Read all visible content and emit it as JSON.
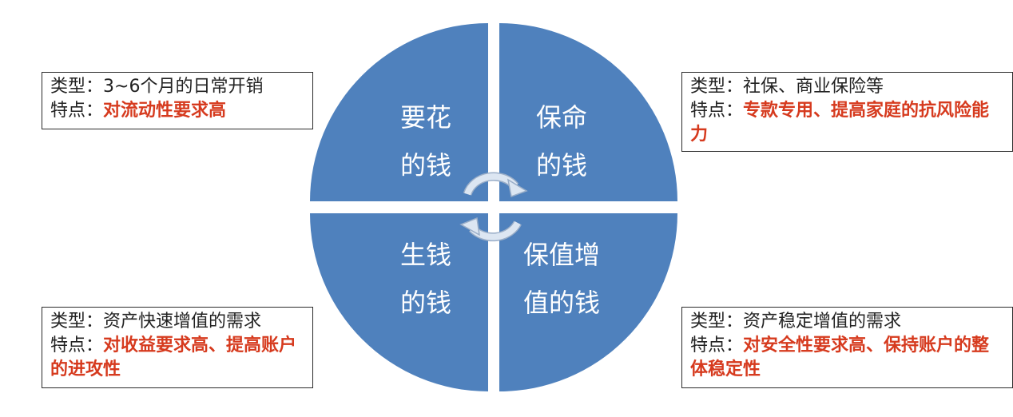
{
  "quadrants": {
    "tl": {
      "line1": "要花",
      "line2": "的钱"
    },
    "tr": {
      "line1": "保命",
      "line2": "的钱"
    },
    "bl": {
      "line1": "生钱",
      "line2": "的钱"
    },
    "br": {
      "line1": "保值增",
      "line2": "值的钱"
    }
  },
  "boxes": {
    "tl": {
      "type_label": "类型：",
      "type_text": "3~6个月的日常开销",
      "feature_label": "特点：",
      "feature_text": "对流动性要求高"
    },
    "tr": {
      "type_label": "类型：",
      "type_text": "社保、商业保险等",
      "feature_label": "特点：",
      "feature_text": "专款专用、提高家庭的抗风险能力"
    },
    "bl": {
      "type_label": "类型：",
      "type_text": "资产快速增值的需求",
      "feature_label": "特点：",
      "feature_text": "对收益要求高、提高账户的进攻性"
    },
    "br": {
      "type_label": "类型：",
      "type_text": "资产稳定增值的需求",
      "feature_label": "特点：",
      "feature_text": "对安全性要求高、保持账户的整体稳定性"
    }
  },
  "colors": {
    "quadrant_fill": "#4f81bd",
    "highlight_text": "#d63a1e",
    "arrow_fill": "#dce6f2"
  },
  "icons": {
    "center": "circular-arrows-icon"
  }
}
